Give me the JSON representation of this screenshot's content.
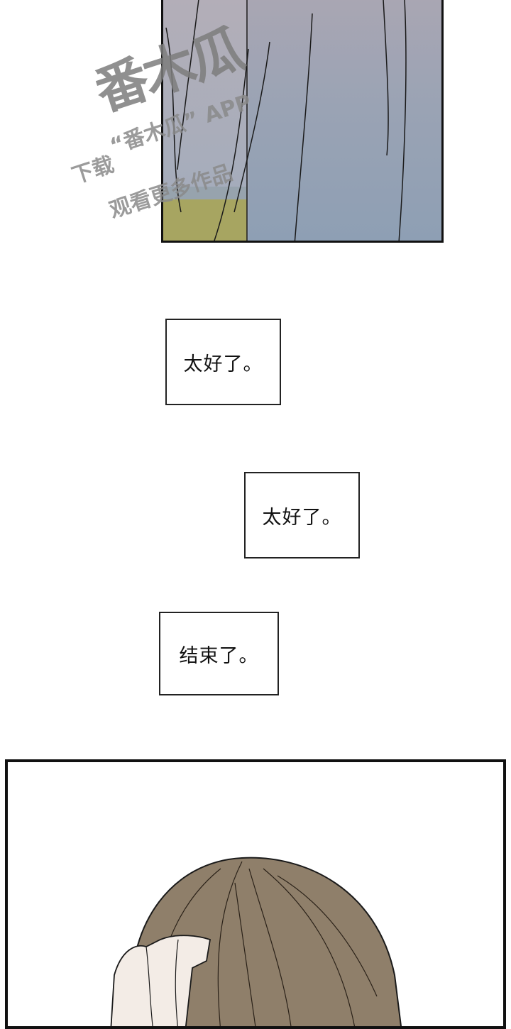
{
  "watermark": {
    "logo_text": "番木瓜",
    "line1": "“番木瓜” APP",
    "line2": "下载",
    "line3": "观看更多作品"
  },
  "bubbles": [
    {
      "text": "太好了。"
    },
    {
      "text": "太好了。"
    },
    {
      "text": "结束了。"
    }
  ],
  "colors": {
    "panel_border": "#111111",
    "background": "#ffffff",
    "hair": "#8f7f6a",
    "skin": "#f3ece6",
    "floor": "#a7a561"
  }
}
